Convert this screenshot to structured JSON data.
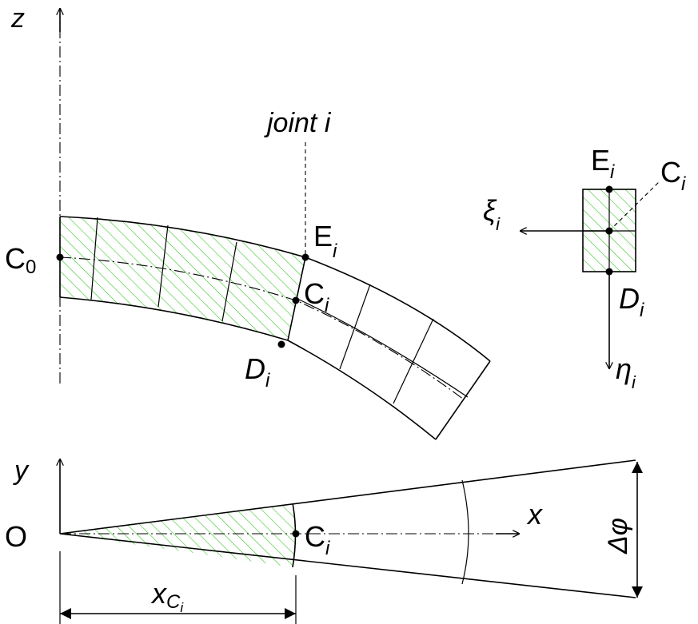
{
  "labels": {
    "z_axis": "z",
    "y_axis": "y",
    "x_axis": "x",
    "origin": "O",
    "joint": "joint i",
    "c0_main": "C",
    "c0_sub": "0",
    "ei_main": "E",
    "ei_sub": "i",
    "ci_main": "C",
    "ci_sub": "i",
    "di_main": "D",
    "di_sub": "i",
    "xi_main": "ξ",
    "xi_sub": "i",
    "eta_main": "η",
    "eta_sub": "i",
    "xc_main": "x",
    "xc_sub1": "C",
    "xc_sub2": "i",
    "delta_phi": "Δφ"
  },
  "colors": {
    "hatch": "#3ac42a",
    "line": "#000000"
  }
}
